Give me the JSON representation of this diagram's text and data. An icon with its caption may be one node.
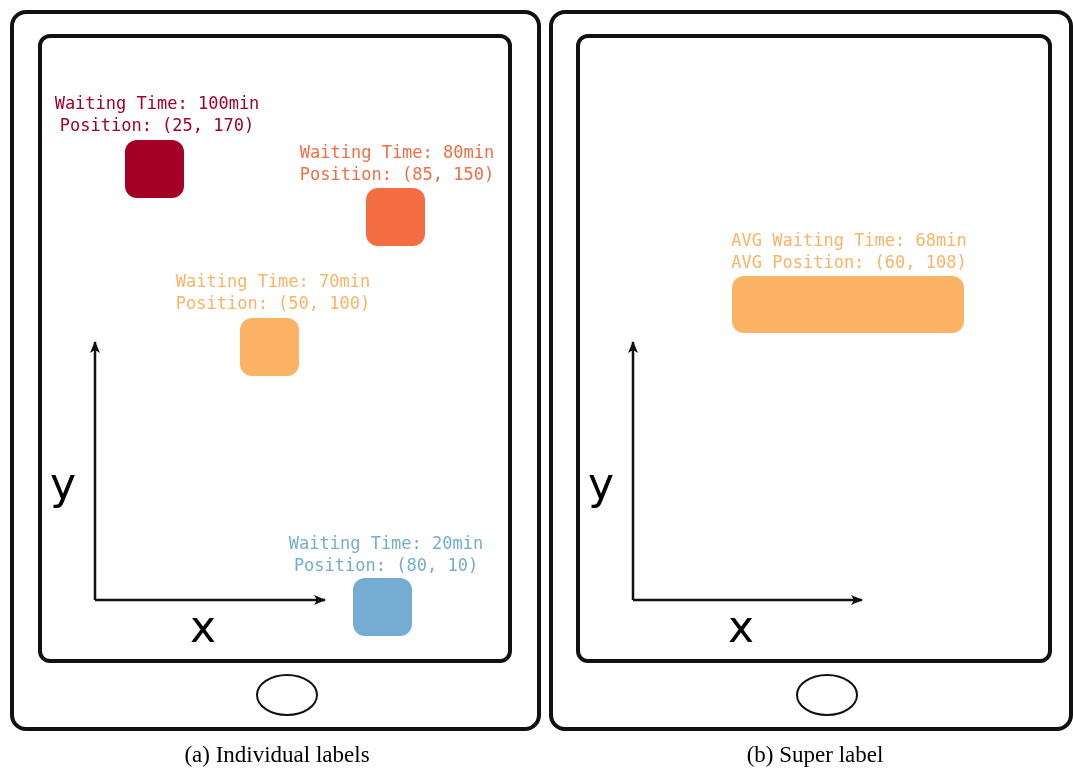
{
  "diagram": {
    "nodes": [
      {
        "text": [],
        "shape": "box",
        "beside": [
          "Waiting Time: 100min",
          "Position: (25, 170)"
        ]
      },
      {
        "text": [],
        "shape": "box",
        "beside": [
          "Waiting Time: 80min",
          "Position: (85, 150)"
        ]
      },
      {
        "text": [],
        "shape": "box",
        "beside": [
          "Waiting Time: 70min",
          "Position: (50, 100)"
        ]
      },
      {
        "text": [],
        "shape": "box",
        "beside": [
          "Waiting Time: 20min",
          "Position: (80, 10)"
        ]
      },
      {
        "text": [],
        "shape": "box",
        "beside": [
          "AVG Waiting Time: 68min",
          "AVG Position: (60, 108)"
        ]
      }
    ],
    "edges": [],
    "labels": [
      "y",
      "x",
      "(a) Individual labels",
      "y",
      "x",
      "(b) Super label"
    ]
  }
}
